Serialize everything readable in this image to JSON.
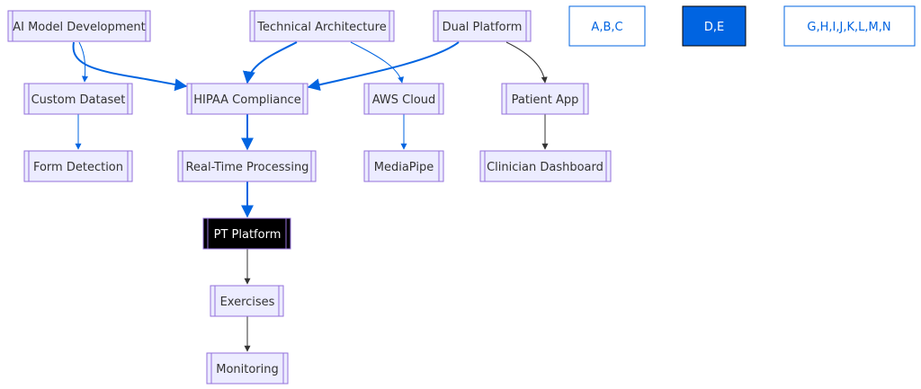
{
  "colors": {
    "node_fill": "#ECECFF",
    "node_stroke": "#9370DB",
    "dark_fill": "#000000",
    "blue": "#0064E1",
    "gray_edge": "#333333",
    "text": "#333333"
  },
  "nodes": {
    "ai_model_development": "AI Model Development",
    "technical_architecture": "Technical Architecture",
    "dual_platform": "Dual Platform",
    "custom_dataset": "Custom Dataset",
    "hipaa_compliance": "HIPAA Compliance",
    "aws_cloud": "AWS Cloud",
    "patient_app": "Patient App",
    "form_detection": "Form Detection",
    "real_time_processing": "Real-Time Processing",
    "mediapipe": "MediaPipe",
    "clinician_dashboard": "Clinician Dashboard",
    "pt_platform": "PT Platform",
    "exercises": "Exercises",
    "monitoring": "Monitoring"
  },
  "legend": {
    "abc": "A,B,C",
    "de": "D,E",
    "ghijklmn": "G,H,I,J,K,L,M,N"
  },
  "edges": [
    {
      "from": "ai_model_development",
      "to": "custom_dataset",
      "style": "blue-thin"
    },
    {
      "from": "ai_model_development",
      "to": "hipaa_compliance",
      "style": "blue-thick"
    },
    {
      "from": "technical_architecture",
      "to": "hipaa_compliance",
      "style": "blue-thick"
    },
    {
      "from": "technical_architecture",
      "to": "aws_cloud",
      "style": "blue-thin"
    },
    {
      "from": "dual_platform",
      "to": "hipaa_compliance",
      "style": "blue-thick"
    },
    {
      "from": "dual_platform",
      "to": "patient_app",
      "style": "gray"
    },
    {
      "from": "custom_dataset",
      "to": "form_detection",
      "style": "blue-thin"
    },
    {
      "from": "hipaa_compliance",
      "to": "real_time_processing",
      "style": "blue-thick"
    },
    {
      "from": "aws_cloud",
      "to": "mediapipe",
      "style": "blue-thin"
    },
    {
      "from": "patient_app",
      "to": "clinician_dashboard",
      "style": "gray"
    },
    {
      "from": "real_time_processing",
      "to": "pt_platform",
      "style": "blue-thick"
    },
    {
      "from": "pt_platform",
      "to": "exercises",
      "style": "gray"
    },
    {
      "from": "exercises",
      "to": "monitoring",
      "style": "gray"
    }
  ]
}
